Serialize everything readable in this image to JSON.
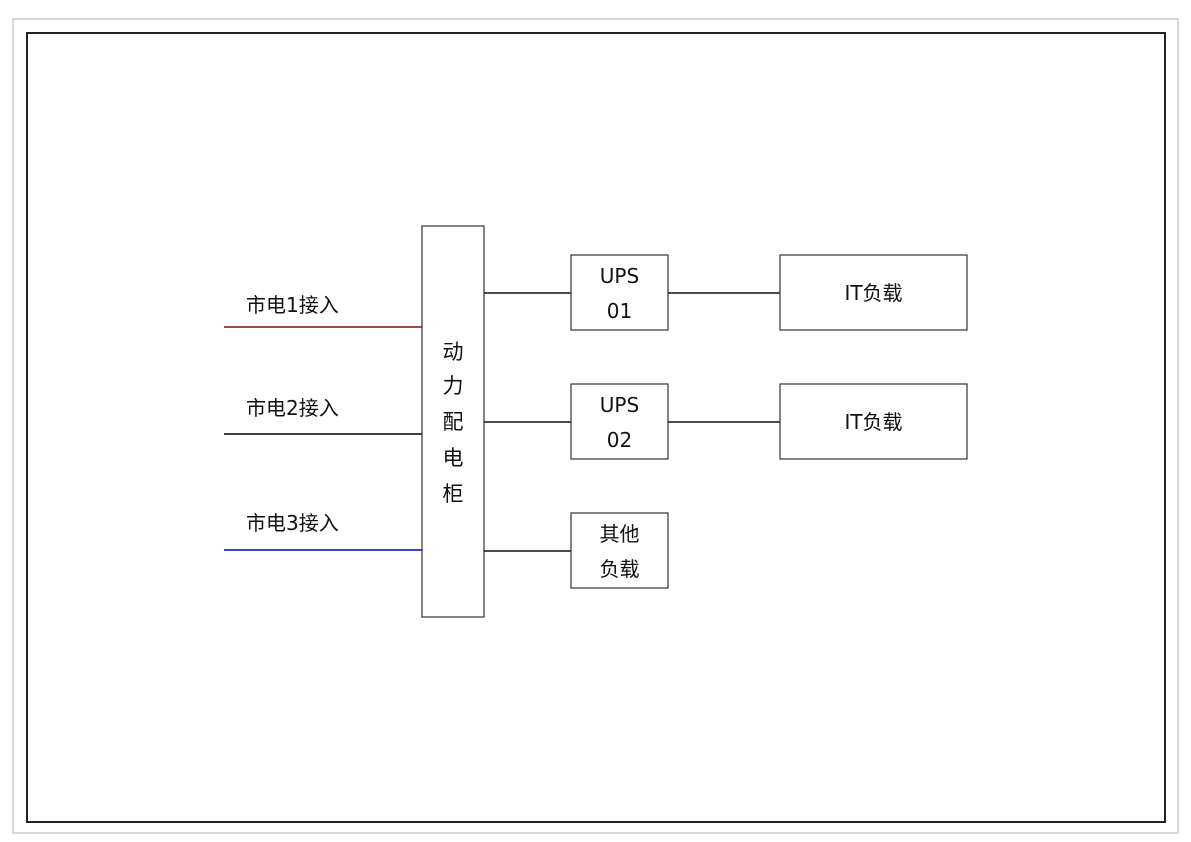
{
  "feeds": [
    {
      "label": "市电1接入",
      "color": "#a52a2a"
    },
    {
      "label": "市电2接入",
      "color": "#222222"
    },
    {
      "label": "市电3接入",
      "color": "#1a2eb5"
    }
  ],
  "cabinet": {
    "chars": [
      "动",
      "力",
      "配",
      "电",
      "柜"
    ]
  },
  "ups_units": [
    {
      "line1": "UPS",
      "line2": "01"
    },
    {
      "line1": "UPS",
      "line2": "02"
    }
  ],
  "other_load": {
    "line1": "其他",
    "line2": "负载"
  },
  "it_loads": [
    {
      "label": "IT负载"
    },
    {
      "label": "IT负载"
    }
  ]
}
